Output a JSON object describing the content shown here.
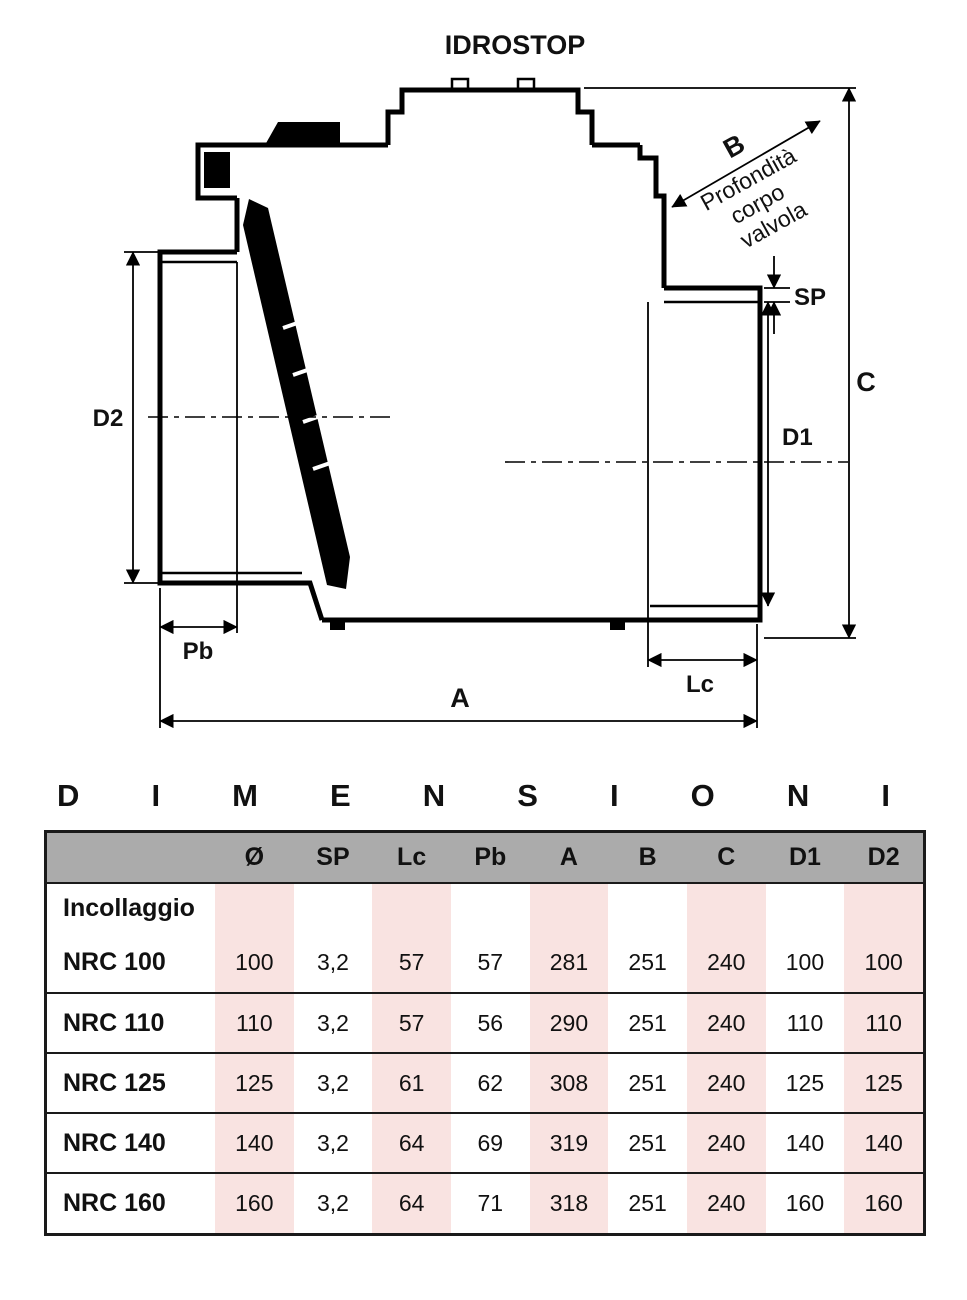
{
  "diagram": {
    "title": "IDROSTOP",
    "labels": {
      "b": "B",
      "note1": "Profondità",
      "note2": "corpo",
      "note3": "valvola",
      "sp": "SP",
      "c": "C",
      "d1": "D1",
      "d2": "D2",
      "pb": "Pb",
      "lc": "Lc",
      "a": "A"
    }
  },
  "table": {
    "title": "DIMENSIONI",
    "columns": [
      "Ø",
      "SP",
      "Lc",
      "Pb",
      "A",
      "B",
      "C",
      "D1",
      "D2"
    ],
    "group_label": "Incollaggio",
    "rows": [
      {
        "label": "NRC 100",
        "values": [
          "100",
          "3,2",
          "57",
          "57",
          "281",
          "251",
          "240",
          "100",
          "100"
        ]
      },
      {
        "label": "NRC 110",
        "values": [
          "110",
          "3,2",
          "57",
          "56",
          "290",
          "251",
          "240",
          "110",
          "110"
        ]
      },
      {
        "label": "NRC 125",
        "values": [
          "125",
          "3,2",
          "61",
          "62",
          "308",
          "251",
          "240",
          "125",
          "125"
        ]
      },
      {
        "label": "NRC 140",
        "values": [
          "140",
          "3,2",
          "64",
          "69",
          "319",
          "251",
          "240",
          "140",
          "140"
        ]
      },
      {
        "label": "NRC 160",
        "values": [
          "160",
          "3,2",
          "64",
          "71",
          "318",
          "251",
          "240",
          "160",
          "160"
        ]
      }
    ],
    "colors": {
      "header_bg": "#ababab",
      "stripe_bg": "#f9e3e1",
      "border": "#1a1a1a"
    }
  }
}
